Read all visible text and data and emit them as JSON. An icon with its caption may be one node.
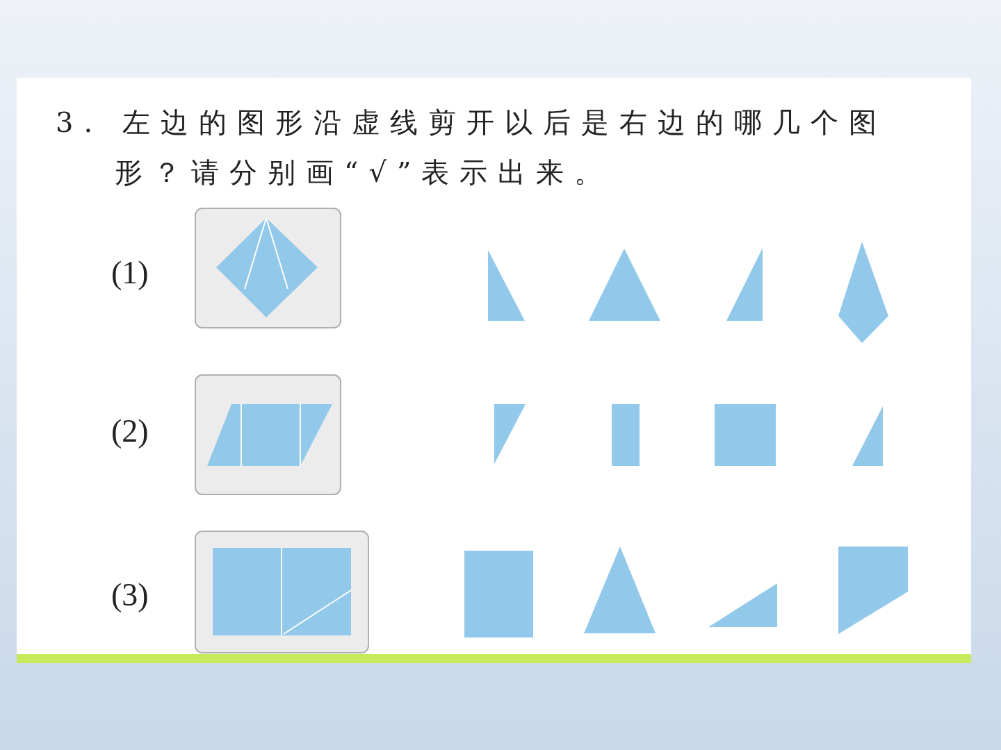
{
  "diagram": {
    "labels": [
      "3. 左边的图形沿虚线剪开以后是右边的哪几个图形？请分别画“√”表示出来。",
      "(1)",
      "(2)",
      "(3)"
    ]
  }
}
